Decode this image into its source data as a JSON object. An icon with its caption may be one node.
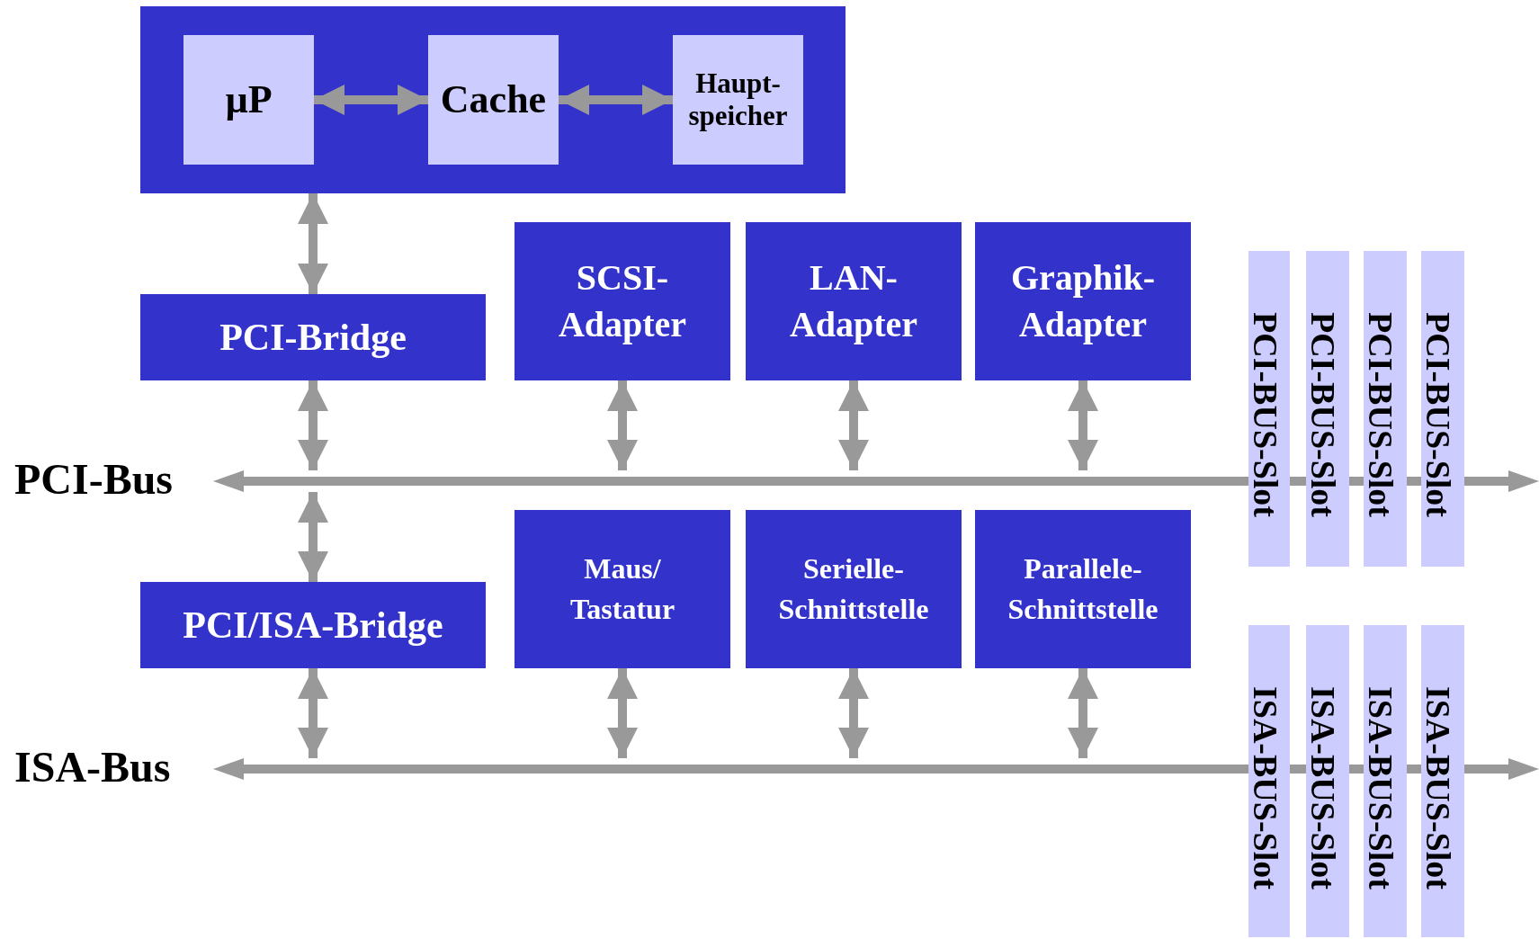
{
  "diagram": {
    "nodes": [
      {
        "text": [],
        "shape": "box"
      },
      {
        "text": [
          "µP"
        ],
        "in": 0
      },
      {
        "text": [
          "Cache"
        ],
        "in": 0
      },
      {
        "text": [
          "Haupt- speicher"
        ],
        "in": 0
      },
      {
        "text": [
          "PCI-Bridge"
        ]
      },
      {
        "text": [
          "SCSI- Adapter"
        ]
      },
      {
        "text": [
          "LAN- Adapter"
        ]
      },
      {
        "text": [
          "Graphik- Adapter"
        ]
      },
      {
        "text": [],
        "shape": "bar",
        "beside": [
          "PCI-Bus"
        ]
      },
      {
        "text": [
          "PCI-BUS-Slot"
        ]
      },
      {
        "text": [
          "PCI-BUS-Slot"
        ]
      },
      {
        "text": [
          "PCI-BUS-Slot"
        ]
      },
      {
        "text": [
          "PCI-BUS-Slot"
        ]
      },
      {
        "text": [
          "PCI/ISA-Bridge"
        ]
      },
      {
        "text": [
          "Maus/ Tastatur"
        ]
      },
      {
        "text": [
          "Serielle- Schnittstelle"
        ]
      },
      {
        "text": [
          "Parallele- Schnittstelle"
        ]
      },
      {
        "text": [],
        "shape": "bar",
        "beside": [
          "ISA-Bus"
        ]
      },
      {
        "text": [
          "ISA-BUS-Slot"
        ]
      },
      {
        "text": [
          "ISA-BUS-Slot"
        ]
      },
      {
        "text": [
          "ISA-BUS-Slot"
        ]
      },
      {
        "text": [
          "ISA-BUS-Slot"
        ]
      }
    ],
    "edges": [
      {
        "from": 1,
        "to": 2,
        "arrow": "both"
      },
      {
        "from": 2,
        "to": 3,
        "arrow": "both"
      },
      {
        "from": 0,
        "to": 4,
        "arrow": "both"
      },
      {
        "from": 4,
        "to": 8,
        "arrow": "both"
      },
      {
        "from": 5,
        "to": 8,
        "arrow": "both"
      },
      {
        "from": 6,
        "to": 8,
        "arrow": "both"
      },
      {
        "from": 7,
        "to": 8,
        "arrow": "both"
      },
      {
        "from": 8,
        "to": 13,
        "arrow": "both"
      },
      {
        "from": 13,
        "to": 17,
        "arrow": "both"
      },
      {
        "from": 14,
        "to": 17,
        "arrow": "both"
      },
      {
        "from": 15,
        "to": 17,
        "arrow": "both"
      },
      {
        "from": 16,
        "to": 17,
        "arrow": "both"
      }
    ]
  }
}
